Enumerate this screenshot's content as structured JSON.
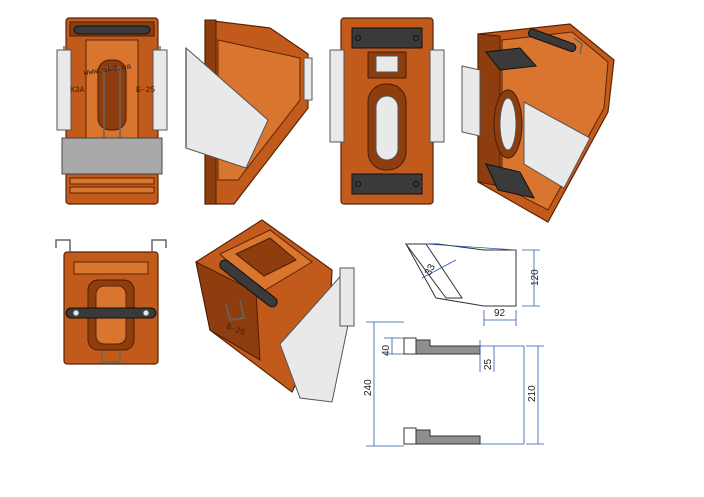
{
  "dimensions": {
    "angle_width": "33",
    "height_120": "120",
    "width_92": "92",
    "height_40": "40",
    "gap_25": "25",
    "height_240": "240",
    "height_210": "210"
  },
  "engraving": {
    "url": "www.skd.ua",
    "left_label": "КЗА",
    "right_label": "Б-25"
  },
  "colors": {
    "body": "#c25a1c",
    "metal": "#e9e9e9",
    "rubber": "#3a3a3a",
    "dimension": "#2d56b8"
  }
}
